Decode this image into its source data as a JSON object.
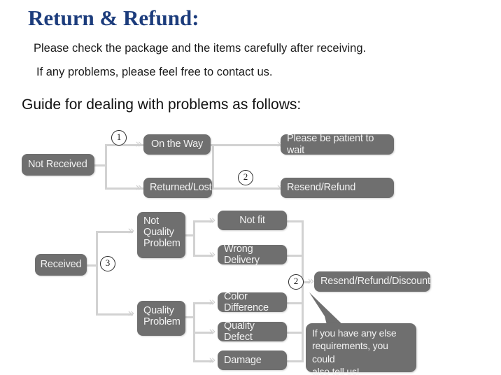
{
  "header": {
    "title": "Return & Refund:",
    "line1": "Please check the package and the items carefully after receiving.",
    "line2": "If any problems, please feel free to contact us.",
    "guide": "Guide for dealing with problems as follows:"
  },
  "flow": {
    "not_received": "Not Received",
    "on_the_way": "On the Way",
    "returned_lost": "Returned/Lost",
    "please_wait": "Please be patient to wait",
    "resend_refund": "Resend/Refund",
    "received": "Received",
    "not_quality_problem_l1": "Not",
    "not_quality_problem_l2": "Quality",
    "not_quality_problem_l3": "Problem",
    "quality_problem_l1": "Quality",
    "quality_problem_l2": "Problem",
    "not_fit": "Not fit",
    "wrong_delivery": "Wrong Delivery",
    "color_difference": "Color Difference",
    "quality_defect": "Quality Defect",
    "damage": "Damage",
    "resend_refund_discount": "Resend/Refund/Discount"
  },
  "markers": {
    "one": "1",
    "two_top": "2",
    "three": "3",
    "two_bottom": "2"
  },
  "bubble": {
    "line1": "If you have any else",
    "line2": "requirements, you could",
    "line3": "also tell us!"
  },
  "arrows": {
    "glyph": "»"
  },
  "colors": {
    "title": "#1c3c7c",
    "node_fill": "#6f6f6f",
    "node_text": "#f2f2f2",
    "connector": "#d2d2d2",
    "arrow": "#cfcfcf",
    "background": "#ffffff"
  }
}
